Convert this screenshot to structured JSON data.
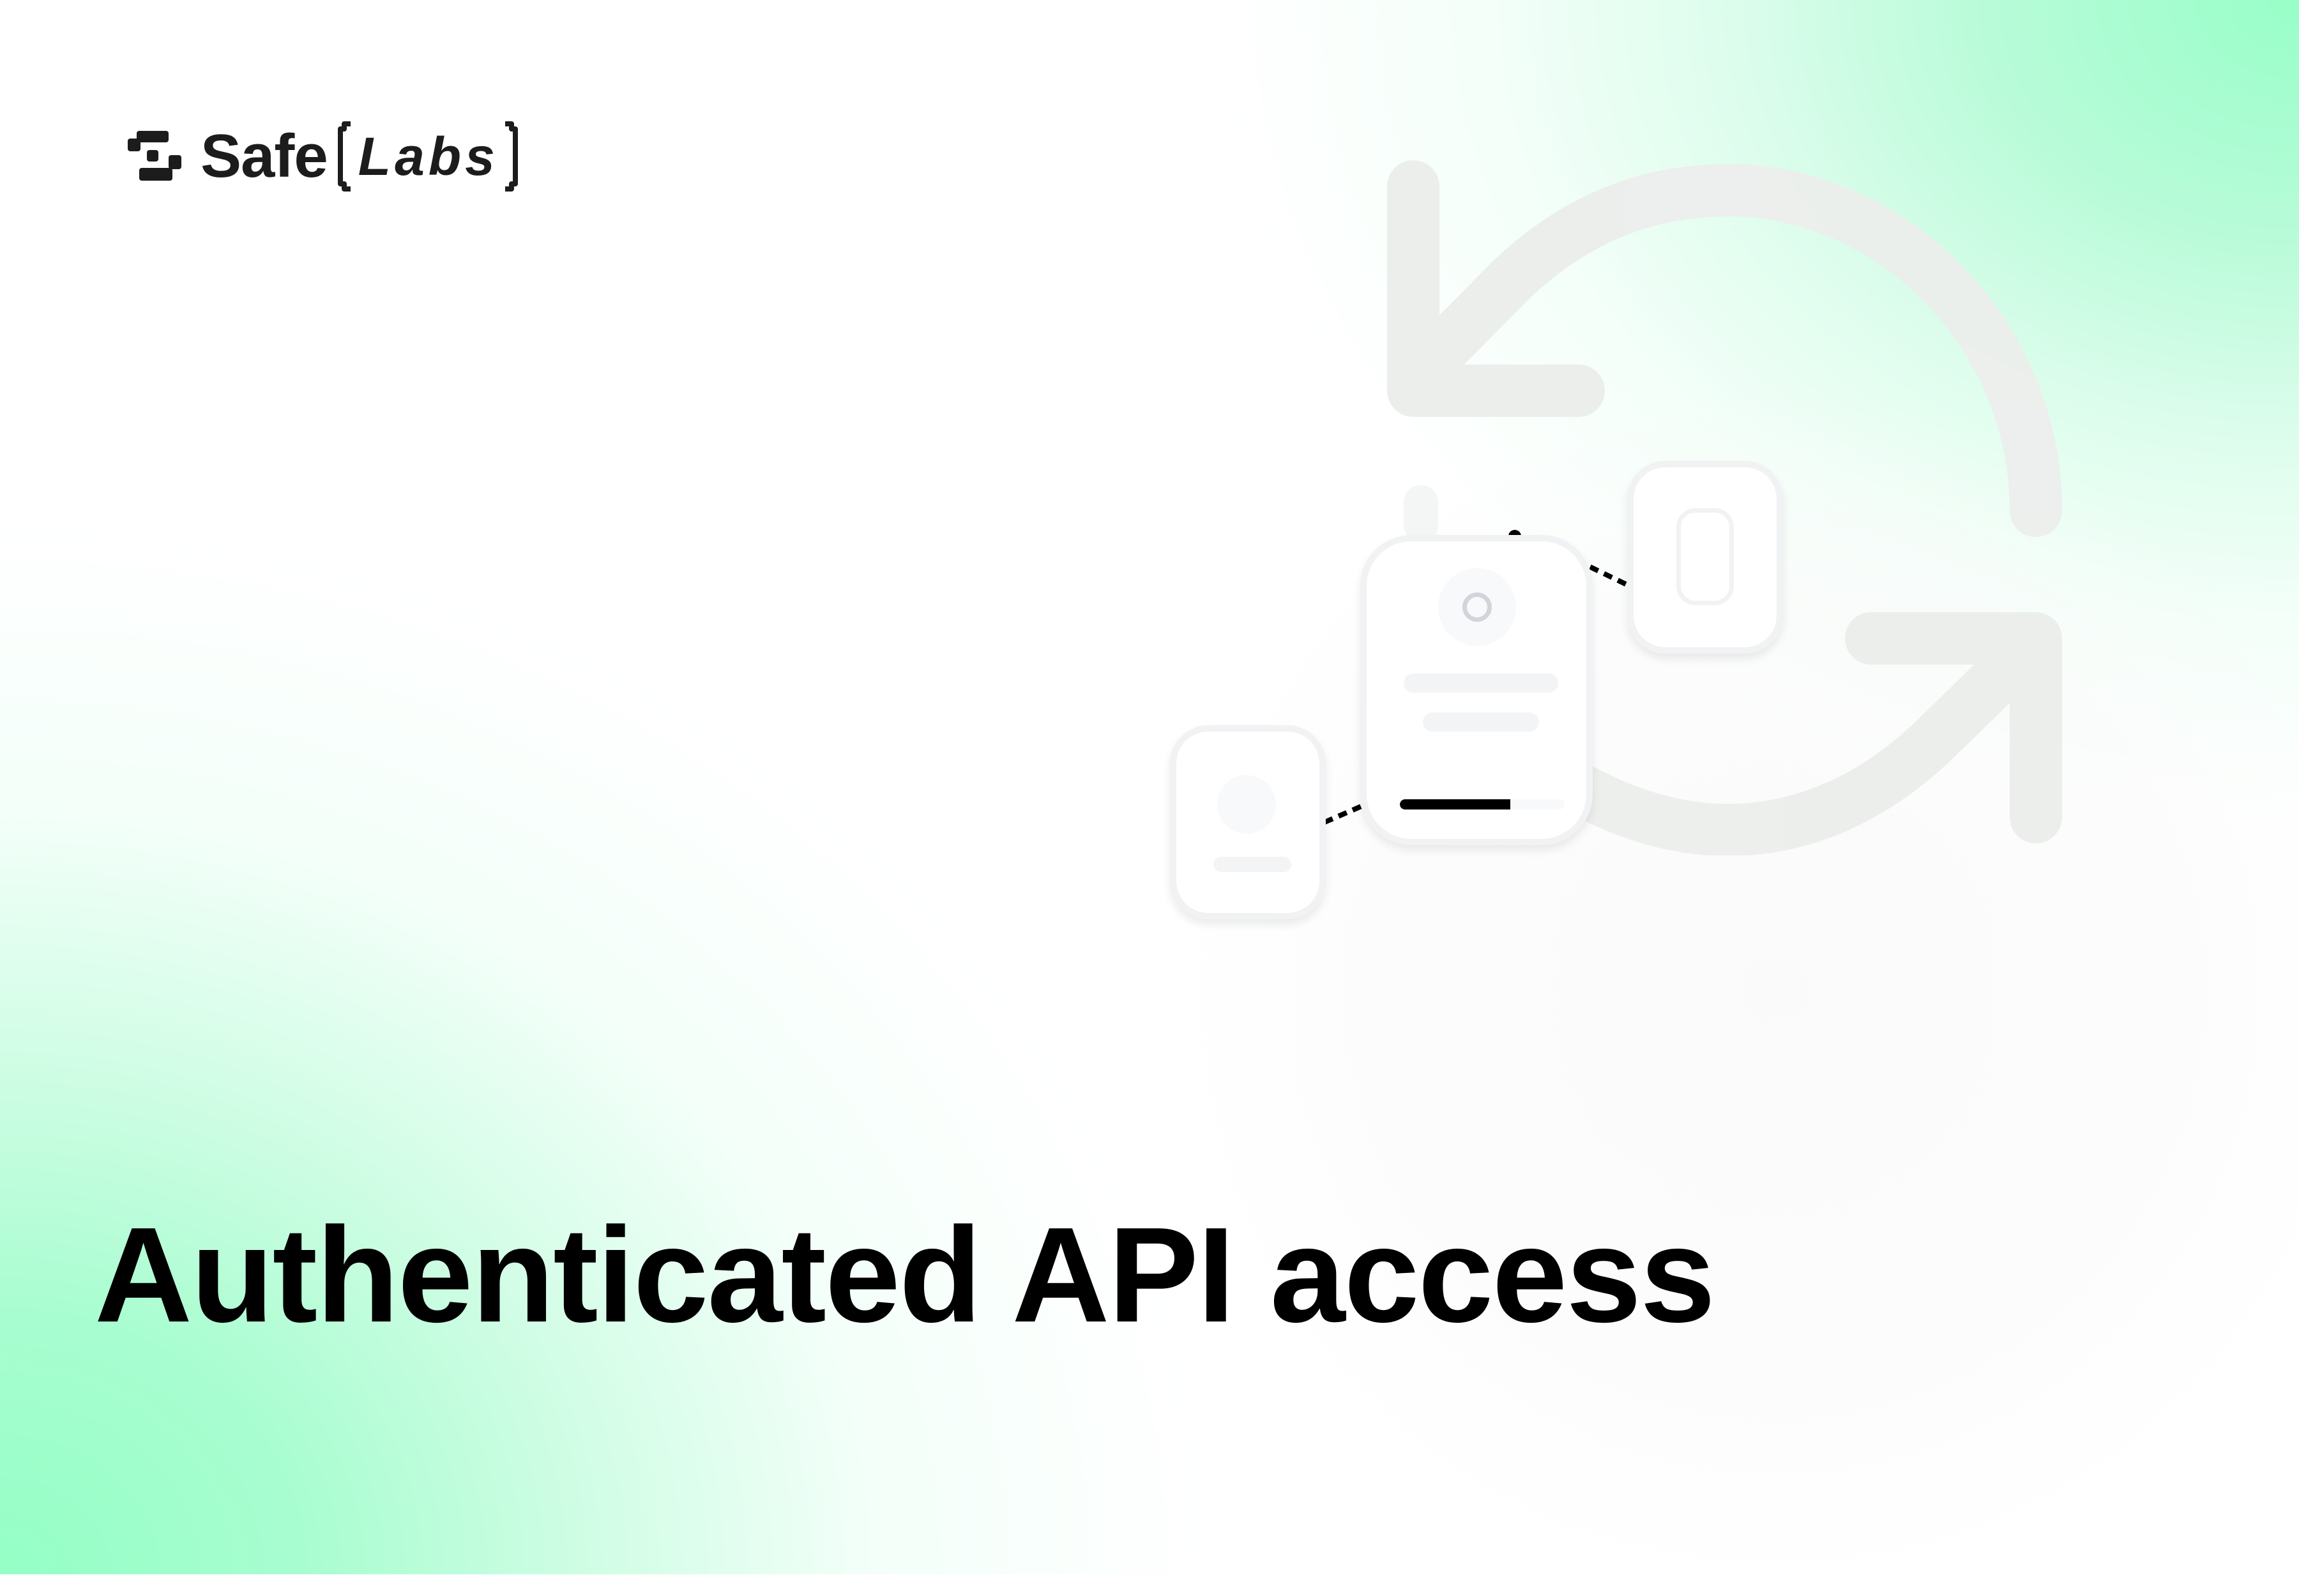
{
  "brand": {
    "name": "Safe",
    "sub": "Labs",
    "logo_icon": "safe-labs-mark-icon",
    "text_color": "#1c1c1c"
  },
  "hero": {
    "title": "Authenticated API access"
  },
  "illustration": {
    "background_icon": "refresh-cycle-icon",
    "cards": [
      {
        "id": "main-card",
        "avatar": "user-avatar-placeholder",
        "lines": 2,
        "progress_percent": 67
      },
      {
        "id": "right-card",
        "content": "device-pill-placeholder"
      },
      {
        "id": "left-card",
        "avatar": "user-avatar-placeholder",
        "lines": 1
      }
    ],
    "connectors": "dashed-links"
  },
  "colors": {
    "accent_green": "#94ffc6",
    "background": "#ffffff",
    "title": "#000000",
    "icon_gray": "#eeefee",
    "card_border": "#f1f2f4",
    "placeholder": "#f3f4f6",
    "ring": "#d1d5db",
    "progress": "#000000"
  }
}
